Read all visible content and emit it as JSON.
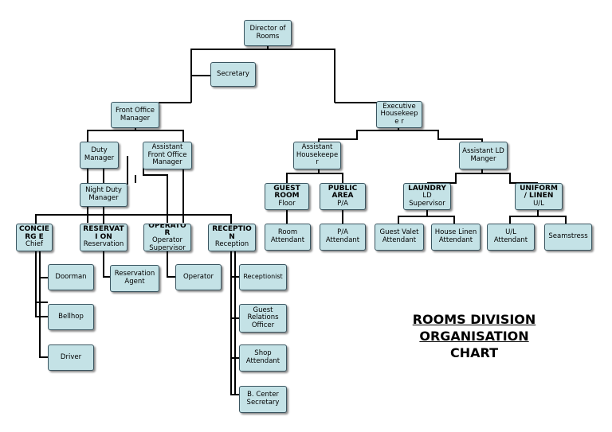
{
  "title": {
    "line1": "ROOMS DIVISION",
    "line2": "ORGANISATION",
    "line3": "CHART"
  },
  "nodes": {
    "director": "Director of Rooms",
    "secretary": "Secretary",
    "front_office_manager": "Front Office Manager",
    "executive_housekeeper": "Executive Housekeepe r",
    "duty_manager": "Duty Manager",
    "asst_front_office_manager": "Assistant Front Office Manager",
    "night_duty_manager": "Night Duty Manager",
    "concierge": {
      "title": "CONCIERG E",
      "sub": "Chief"
    },
    "reservation": {
      "title": "RESERVATI ON",
      "sub": "Reservation"
    },
    "operator": {
      "title": "OPERATOR",
      "sub": "Operator Supervisor"
    },
    "reception": {
      "title": "RECEPTIO N",
      "sub": "Reception"
    },
    "doorman": "Doorman",
    "bellhop": "Bellhop",
    "driver": "Driver",
    "reservation_agent": "Reservation Agent",
    "operator_staff": "Operator",
    "receptionist": "Receptionist",
    "guest_relations_officer": "Guest Relations Officer",
    "shop_attendant": "Shop Attendant",
    "b_center_secretary": "B. Center Secretary",
    "assistant_housekeeper": "Assistant Housekeepe r",
    "assistant_ld_manager": "Assistant LD Manger",
    "guest_room": {
      "title": "GUEST ROOM",
      "sub": "Floor"
    },
    "public_area": {
      "title": "PUBLIC AREA",
      "sub": "P/A"
    },
    "laundry": {
      "title": "LAUNDRY",
      "sub": "LD Supervisor"
    },
    "uniform_linen": {
      "title": "UNIFORM / LINEN",
      "sub": "U/L"
    },
    "room_attendant": "Room Attendant",
    "pa_attendant": "P/A Attendant",
    "guest_valet_attendant": "Guest Valet Attendant",
    "house_linen_attendant": "House Linen Attendant",
    "ul_attendant": "U/L Attendant",
    "seamstress": "Seamstress"
  },
  "colors": {
    "node_fill": "#c4e2e6",
    "node_border": "#3a5560",
    "connector": "#000000"
  }
}
